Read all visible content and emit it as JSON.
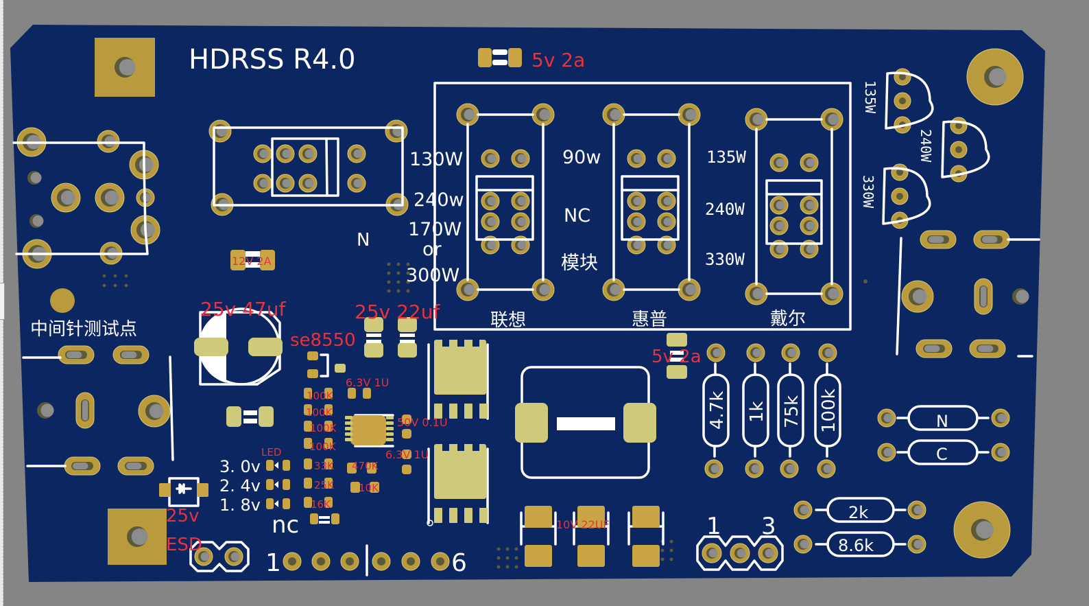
{
  "board": {
    "title": "HDRSS R4.0",
    "colors": {
      "background": "#858585",
      "soldermask": "#0b2660",
      "pad_gold": "#b99a3d",
      "smd_pad": "#cfc97c",
      "silkscreen": "#ffffff",
      "red_label": "#e8323c"
    }
  },
  "silk_labels": {
    "fuse_top": "5v 2a",
    "fuse_mid": "5v 2a",
    "selector_n": "N",
    "watt_left": [
      "130W",
      "240w",
      "170W",
      "or",
      "300W"
    ],
    "watt_mid": [
      "90w",
      "NC",
      "模块"
    ],
    "watt_right": [
      "135W",
      "240W",
      "330W"
    ],
    "brand_lenovo": "联想",
    "brand_hp": "惠普",
    "brand_dell": "戴尔",
    "test_point": "中间针测试点",
    "rotated_135w": "135W",
    "rotated_240w": "240W",
    "rotated_330w": "330W",
    "voltages": [
      "3. 0v",
      "2. 4v",
      "1. 8v"
    ],
    "nc": "nc",
    "header_1": "1",
    "header_6": "6",
    "jumper_1": "1",
    "jumper_3": "3",
    "resistors_vertical": [
      "4.7k",
      "1k",
      "75k",
      "100k"
    ],
    "caps_NC": [
      "N",
      "C"
    ],
    "resistors_horizontal": [
      "2k",
      "8.6k"
    ]
  },
  "red_labels": {
    "fuse_12v": "12V 2A",
    "cap_25v_47": "25v 47uf",
    "cap_25v_22": "25v 22uf",
    "transistor": "se8550",
    "cap_63_top": "6.3V 1U",
    "cap_50v": "50V 0.1U",
    "cap_63_mid": "6.3V 1U",
    "led": "LED",
    "res_column": [
      "100K",
      "100K",
      "100K",
      "100K",
      "33K",
      "25K",
      "16K"
    ],
    "res_470k": "470K",
    "res_10k": "10K",
    "tvs_voltage": "25v",
    "tvs_esd": "ESD",
    "cap_10v": "10V 22UF"
  }
}
